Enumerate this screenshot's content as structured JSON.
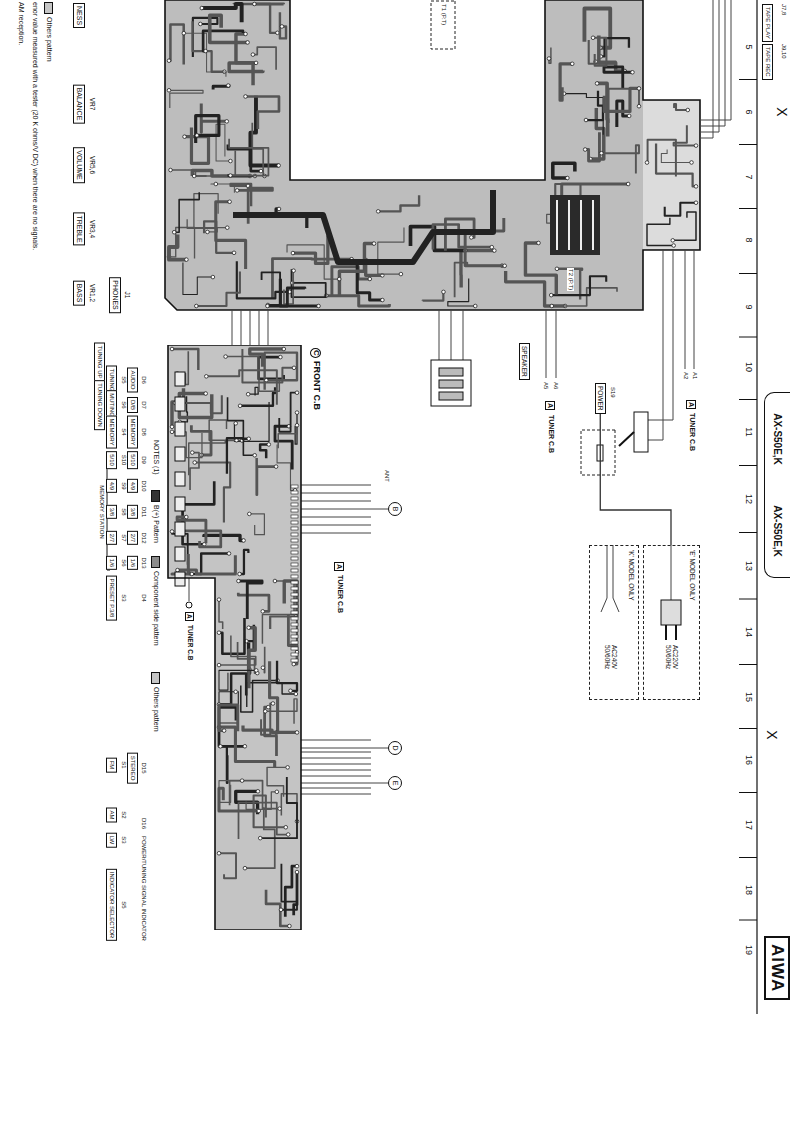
{
  "diagram": {
    "nodes": [
      {
        "text": [
          "TAPE PLAY"
        ]
      },
      {
        "text": [
          "TAPE REC"
        ]
      },
      {
        "text": [
          "AX-S50E,K",
          "AX-S50E,K"
        ]
      },
      {
        "text": [
          "AIWA"
        ]
      },
      {
        "text": [
          "NESS"
        ]
      },
      {
        "text": [
          "BALANCE"
        ]
      },
      {
        "text": [
          "VOLUME"
        ]
      },
      {
        "text": [
          "TREBLE"
        ]
      },
      {
        "text": [
          "BASS"
        ]
      },
      {
        "text": [
          "PHONES"
        ]
      },
      {
        "text": [
          "TUNER C.B"
        ]
      },
      {
        "text": [
          "POWER"
        ]
      },
      {
        "text": [
          "TUNER C.B"
        ]
      },
      {
        "text": [
          "SPEAKER"
        ]
      },
      {
        "text": [
          "FRONT C.B"
        ]
      },
      {
        "text": [
          "'E' MODEL ONLY",
          "AC220V 50/60Hz"
        ]
      },
      {
        "text": [
          "'K' MODEL ONLY",
          "AC240V 50/60Hz"
        ]
      },
      {
        "text": [
          "AUDIO"
        ]
      },
      {
        "text": [
          "TUNING"
        ]
      },
      {
        "text": [
          "D/B"
        ]
      },
      {
        "text": [
          "MUTING"
        ]
      },
      {
        "text": [
          "MEMORY"
        ]
      },
      {
        "text": [
          "MEMORY"
        ]
      },
      {
        "text": [
          "5/10"
        ]
      },
      {
        "text": [
          "5/10"
        ]
      },
      {
        "text": [
          "4/9"
        ]
      },
      {
        "text": [
          "4/9"
        ]
      },
      {
        "text": [
          "3/8"
        ]
      },
      {
        "text": [
          "3/8"
        ]
      },
      {
        "text": [
          "2/7"
        ]
      },
      {
        "text": [
          "2/7"
        ]
      },
      {
        "text": [
          "1/6"
        ]
      },
      {
        "text": [
          "1/6"
        ]
      },
      {
        "text": [
          "PRESET P.3/8"
        ]
      },
      {
        "text": [
          "TUNING UP"
        ]
      },
      {
        "text": [
          "TUNING DOWN"
        ]
      },
      {
        "text": [
          "STEREO"
        ]
      },
      {
        "text": [
          "FM"
        ]
      },
      {
        "text": [
          "AM"
        ]
      },
      {
        "text": [
          "LW"
        ]
      },
      {
        "text": [
          "INDICATOR SELECTOR"
        ]
      }
    ],
    "edges": [
      {
        "from": 11,
        "to": 15,
        "arrow": "none"
      }
    ],
    "labels": [
      "5",
      "6",
      "7",
      "8",
      "9",
      "10",
      "11",
      "12",
      "13",
      "14",
      "15",
      "16",
      "17",
      "18",
      "19",
      "J7,8",
      "J9,10",
      "X",
      "X",
      "A1",
      "A2",
      "S19",
      "A5",
      "A6",
      "A",
      "A",
      "A",
      "TUNER C.B",
      "C",
      "ANT",
      "B",
      "D",
      "E",
      "TUNER C.B",
      "A",
      "T1 (P.T)",
      "T2 (P.T)",
      "VR7",
      "VR5,6",
      "VR3,4",
      "VR1,2",
      "J1",
      "D6",
      "D7",
      "D8",
      "D9",
      "D10",
      "D11",
      "D12",
      "D13",
      "D4",
      "S5",
      "S6",
      "S4",
      "S10",
      "S9",
      "S8",
      "S7",
      "S6",
      "S3",
      "MEMORY STATION",
      "D15",
      "D16",
      "POWER/TUNING SIGNAL INDICATOR",
      "S1",
      "S2",
      "S3",
      "S5",
      "NOTES (1)",
      "enor value measured with a tester (20 K ohms/V DC) when there are no signals.",
      "AM reception."
    ],
    "legend": [
      {
        "text": "B(+) Pattern",
        "color": "#333333"
      },
      {
        "text": "Component side pattern",
        "color": "#8c8c8c"
      },
      {
        "text": "Others pattern",
        "color": "#c6c6c6"
      },
      {
        "text": "Others pattern",
        "color": "#c6c6c6"
      }
    ]
  }
}
